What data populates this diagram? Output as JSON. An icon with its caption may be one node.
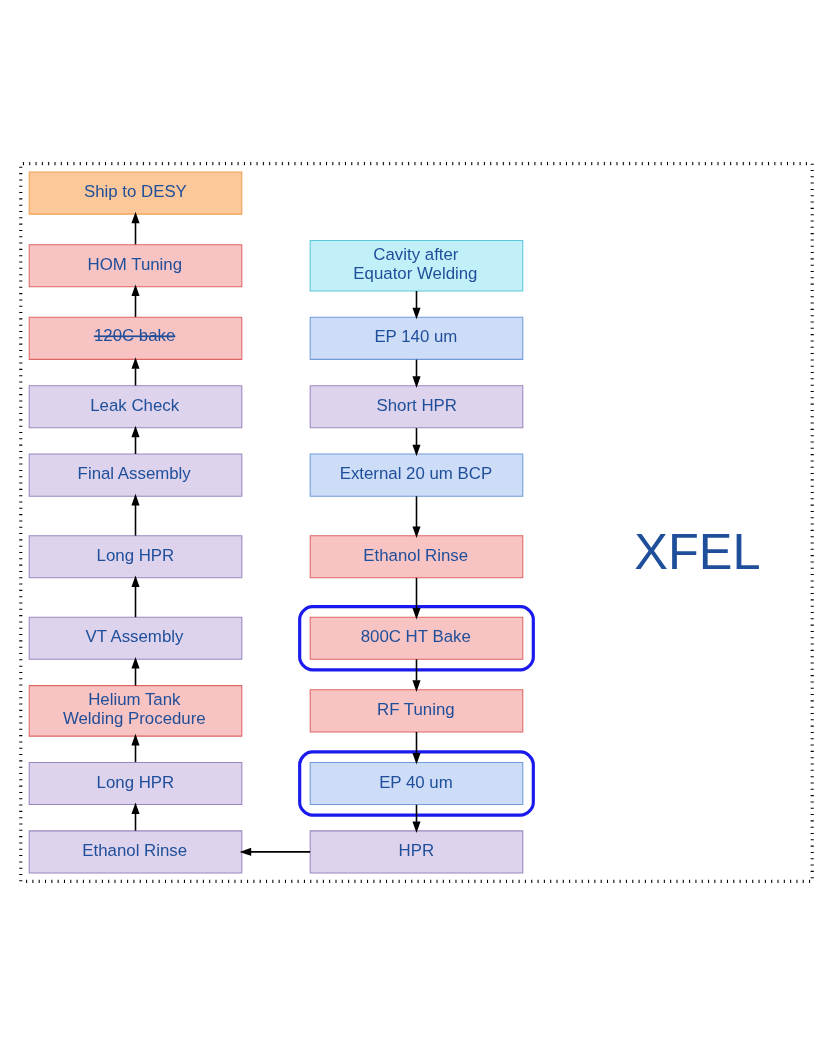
{
  "diagram": {
    "nodes": [
      {
        "text": [],
        "shape": "box"
      },
      {
        "text": [
          "Cavity after Equator Welding"
        ],
        "in": 0
      },
      {
        "text": [
          "EP 140 um"
        ],
        "in": 0
      },
      {
        "text": [
          "Short HPR"
        ],
        "in": 0
      },
      {
        "text": [
          "External 20 um BCP"
        ],
        "in": 0
      },
      {
        "text": [
          "Ethanol Rinse"
        ],
        "in": 0
      },
      {
        "text": [],
        "shape": "ellipse",
        "in": 0
      },
      {
        "text": [
          "800C HT Bake"
        ],
        "in": 6
      },
      {
        "text": [
          "RF Tuning"
        ],
        "in": 0
      },
      {
        "text": [],
        "shape": "ellipse",
        "in": 0
      },
      {
        "text": [
          "EP 40 um"
        ],
        "in": 9
      },
      {
        "text": [
          "HPR"
        ],
        "in": 0
      },
      {
        "text": [
          "Ethanol Rinse"
        ],
        "in": 0
      },
      {
        "text": [
          "Long HPR"
        ],
        "in": 0
      },
      {
        "text": [
          "Helium Tank Welding Procedure"
        ],
        "in": 0
      },
      {
        "text": [
          "VT Assembly"
        ],
        "in": 0
      },
      {
        "text": [
          "Long HPR"
        ],
        "in": 0
      },
      {
        "text": [
          "Final Assembly"
        ],
        "in": 0
      },
      {
        "text": [
          "Leak Check"
        ],
        "in": 0
      },
      {
        "text": [
          "120C bake"
        ],
        "in": 0
      },
      {
        "text": [
          "HOM Tuning"
        ],
        "in": 0
      },
      {
        "text": [
          "Ship to DESY"
        ],
        "in": 0
      }
    ],
    "edges": [
      {
        "from": 1,
        "to": 2,
        "arrow": "to"
      },
      {
        "from": 2,
        "to": 3,
        "arrow": "to"
      },
      {
        "from": 3,
        "to": 4,
        "arrow": "to"
      },
      {
        "from": 4,
        "to": 5,
        "arrow": "to"
      },
      {
        "from": 5,
        "to": 7,
        "arrow": "to"
      },
      {
        "from": 7,
        "to": 8,
        "arrow": "to"
      },
      {
        "from": 8,
        "to": 10,
        "arrow": "to"
      },
      {
        "from": 10,
        "to": 11,
        "arrow": "to"
      },
      {
        "from": 11,
        "to": 12,
        "arrow": "to"
      },
      {
        "from": 12,
        "to": 13,
        "arrow": "to"
      },
      {
        "from": 13,
        "to": 14,
        "arrow": "to"
      },
      {
        "from": 14,
        "to": 15,
        "arrow": "to"
      },
      {
        "from": 15,
        "to": 16,
        "arrow": "to"
      },
      {
        "from": 16,
        "to": 17,
        "arrow": "to"
      },
      {
        "from": 17,
        "to": 18,
        "arrow": "to"
      },
      {
        "from": 18,
        "to": 19,
        "arrow": "to"
      },
      {
        "from": 19,
        "to": 20,
        "arrow": "to"
      },
      {
        "from": 20,
        "to": 21,
        "arrow": "to"
      }
    ],
    "labels": [
      "XFEL"
    ]
  }
}
